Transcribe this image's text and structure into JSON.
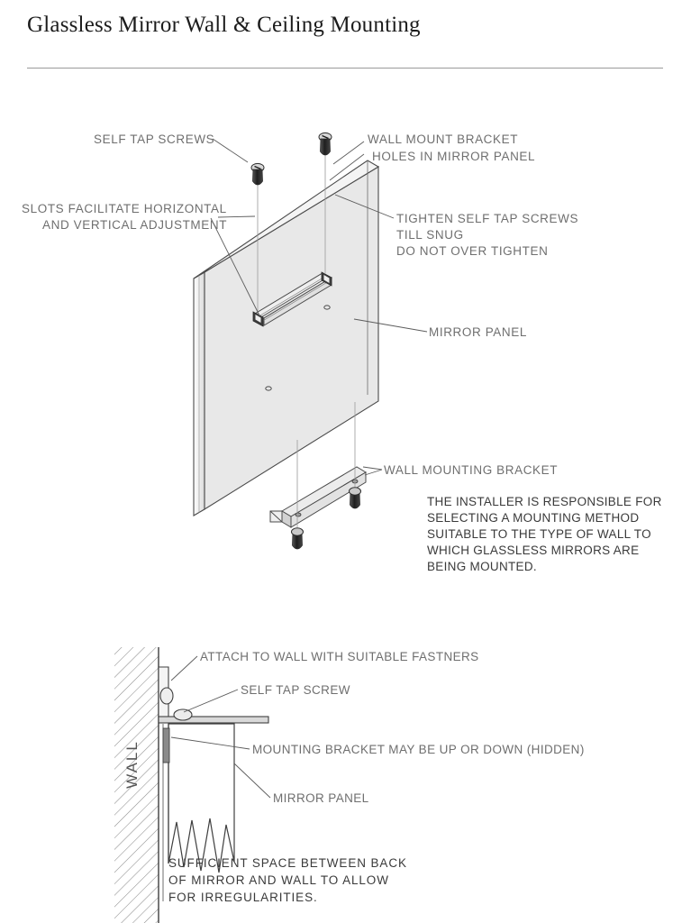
{
  "document": {
    "title": "Glassless Mirror Wall & Ceiling Mounting"
  },
  "colors": {
    "panel_face": "#e8e8e8",
    "panel_edge_light": "#f2f2f2",
    "panel_edge_dark": "#d4d4d4",
    "bracket_fill": "#e4e4e4",
    "outline": "#4a4a4a",
    "label_text": "#6f6f6f",
    "note_text": "#3a3a3a",
    "rule": "#9a9a9a",
    "screw_dark": "#2b2b2b",
    "hatch": "#8d8d8d"
  },
  "figure_top": {
    "name": "exploded-isometric-wall-mount",
    "labels": {
      "self_tap_screws": "SELF TAP SCREWS",
      "slots_line1": "SLOTS FACILITATE HORIZONTAL",
      "slots_line2": "AND VERTICAL ADJUSTMENT",
      "wall_mount_bracket": "WALL MOUNT BRACKET",
      "holes_in_mirror_panel": "HOLES IN MIRROR PANEL",
      "tighten_line1": "TIGHTEN SELF TAP SCREWS",
      "tighten_line2": "TILL SNUG",
      "tighten_line3": "DO NOT OVER TIGHTEN",
      "mirror_panel": "MIRROR PANEL",
      "wall_mounting_bracket": "WALL MOUNTING BRACKET"
    },
    "installer_note": {
      "line1": "THE INSTALLER IS RESPONSIBLE FOR",
      "line2": "SELECTING A MOUNTING METHOD",
      "line3": "SUITABLE TO THE TYPE OF WALL TO",
      "line4": "WHICH GLASSLESS MIRRORS ARE",
      "line5": "BEING MOUNTED."
    }
  },
  "figure_bottom": {
    "name": "wall-section-detail",
    "labels": {
      "wall": "WALL",
      "attach_to_wall": "ATTACH TO WALL WITH SUITABLE FASTNERS",
      "self_tap_screw": "SELF TAP SCREW",
      "mounting_bracket": "MOUNTING BRACKET MAY BE UP OR DOWN (HIDDEN)",
      "mirror_panel": "MIRROR PANEL"
    },
    "clearance_note": {
      "line1": "SUFFICIENT SPACE BETWEEN BACK",
      "line2": "OF MIRROR AND WALL TO ALLOW",
      "line3": "FOR IRREGULARITIES."
    }
  }
}
